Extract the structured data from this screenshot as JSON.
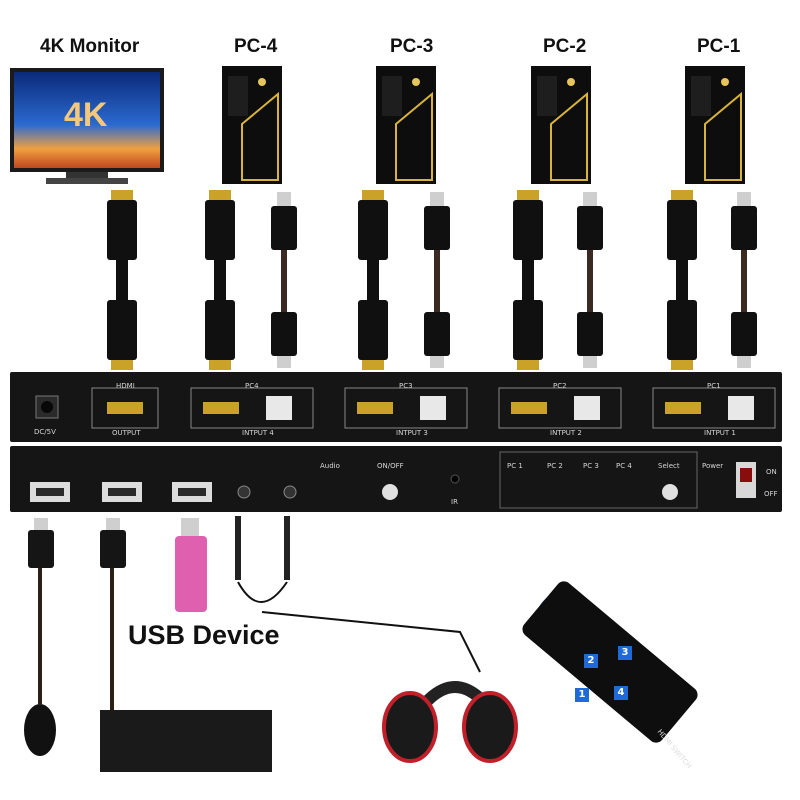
{
  "labels": {
    "monitor": "4K Monitor",
    "pc4": "PC-4",
    "pc3": "PC-3",
    "pc2": "PC-2",
    "pc1": "PC-1",
    "usb_device": "USB Device",
    "monitor_screen": "4K"
  },
  "rear_panel": {
    "dc": "DC/5V",
    "hdmi_top": "HDMI",
    "output": "OUTPUT",
    "pc4_top": "PC4",
    "pc4_bottom": "INTPUT 4",
    "pc3_top": "PC3",
    "pc3_bottom": "INTPUT 3",
    "pc2_top": "PC2",
    "pc2_bottom": "INTPUT 2",
    "pc1_top": "PC1",
    "pc1_bottom": "INTPUT 1"
  },
  "front_panel": {
    "audio": "Audio",
    "on_off": "ON/OFF",
    "ir": "IR",
    "pc1": "PC 1",
    "pc2": "PC 2",
    "pc3": "PC 3",
    "pc4": "PC 4",
    "select": "Select",
    "power": "Power",
    "switch_on": "ON",
    "switch_off": "OFF"
  },
  "remote": {
    "keys": [
      "1",
      "2",
      "3",
      "4"
    ],
    "label": "HDMI SWITCH"
  },
  "colors": {
    "panel": "#151515",
    "connector_gold": "#c9a227",
    "remote_key": "#1e6ad8",
    "usb_pink": "#e060b0",
    "wifi_blue": "#1e6ad8"
  }
}
